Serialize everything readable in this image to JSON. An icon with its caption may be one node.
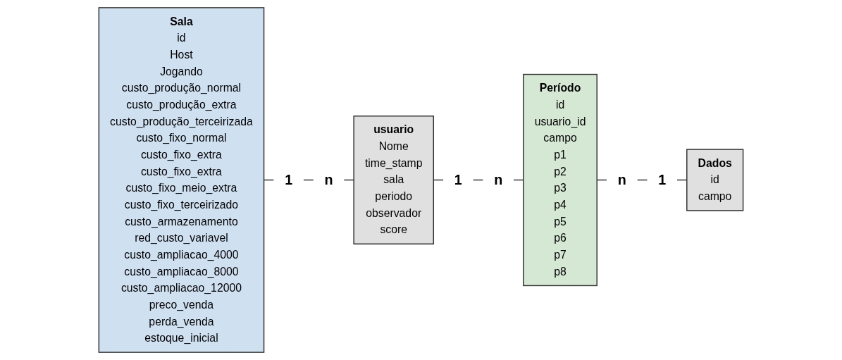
{
  "diagram": {
    "nodes": [
      {
        "text": [
          "Sala",
          "id",
          "Host",
          "Jogando",
          "custo_produção_normal",
          "custo_produção_extra",
          "custo_produção_terceirizada",
          "custo_fixo_normal",
          "custo_fixo_extra",
          "custo_fixo_extra",
          "custo_fixo_meio_extra",
          "custo_fixo_terceirizado",
          "custo_armazenamento",
          "red_custo_variavel",
          "custo_ampliacao_4000",
          "custo_ampliacao_8000",
          "custo_ampliacao_12000",
          "preco_venda",
          "perda_venda",
          "estoque_inicial"
        ]
      },
      {
        "text": [
          "1"
        ]
      },
      {
        "text": [
          "n"
        ]
      },
      {
        "text": [
          "usuario",
          "Nome",
          "time_stamp",
          "sala",
          "periodo",
          "observador",
          "score"
        ]
      },
      {
        "text": [
          "1"
        ]
      },
      {
        "text": [
          "n"
        ]
      },
      {
        "text": [
          "Período",
          "id",
          "usuario_id",
          "campo",
          "p1",
          "p2",
          "p3",
          "p4",
          "p5",
          "p6",
          "p7",
          "p8"
        ]
      },
      {
        "text": [
          "n"
        ]
      },
      {
        "text": [
          "1"
        ]
      },
      {
        "text": [
          "Dados",
          "id",
          "campo"
        ]
      }
    ],
    "edges": [
      {
        "from": 0,
        "to": 1,
        "arrow": "none"
      },
      {
        "from": 1,
        "to": 2,
        "arrow": "none"
      },
      {
        "from": 2,
        "to": 3,
        "arrow": "none"
      },
      {
        "from": 3,
        "to": 4,
        "arrow": "none"
      },
      {
        "from": 4,
        "to": 5,
        "arrow": "none"
      },
      {
        "from": 5,
        "to": 6,
        "arrow": "none"
      },
      {
        "from": 6,
        "to": 7,
        "arrow": "none"
      },
      {
        "from": 7,
        "to": 8,
        "arrow": "none"
      },
      {
        "from": 8,
        "to": 9,
        "arrow": "none"
      }
    ]
  }
}
